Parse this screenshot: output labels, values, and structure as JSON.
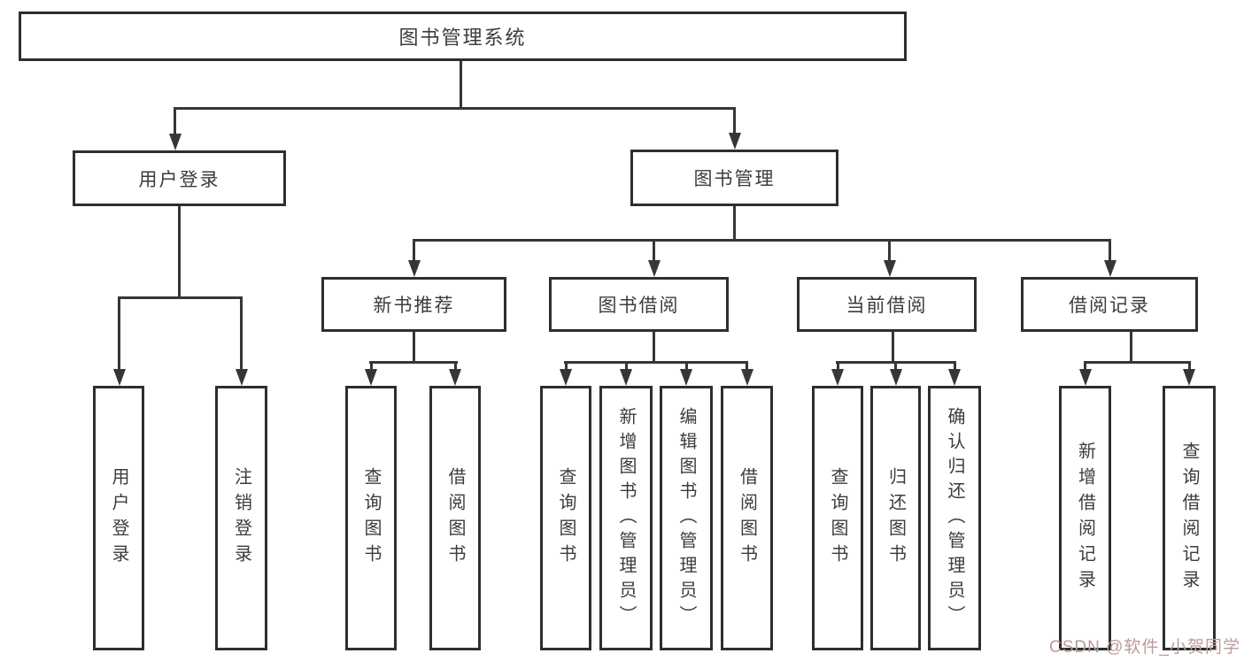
{
  "tree": {
    "root": {
      "label": "图书管理系统"
    },
    "branches": [
      {
        "label": "用户登录",
        "children": [
          {
            "label": "用户登录"
          },
          {
            "label": "注销登录"
          }
        ]
      },
      {
        "label": "图书管理",
        "children": [
          {
            "label": "新书推荐",
            "children": [
              {
                "label": "查询图书"
              },
              {
                "label": "借阅图书"
              }
            ]
          },
          {
            "label": "图书借阅",
            "children": [
              {
                "label": "查询图书"
              },
              {
                "label": "新增图书（管理员）"
              },
              {
                "label": "编辑图书（管理员）"
              },
              {
                "label": "借阅图书"
              }
            ]
          },
          {
            "label": "当前借阅",
            "children": [
              {
                "label": "查询图书"
              },
              {
                "label": "归还图书"
              },
              {
                "label": "确认归还（管理员）"
              }
            ]
          },
          {
            "label": "借阅记录",
            "children": [
              {
                "label": "新增借阅记录"
              },
              {
                "label": "查询借阅记录"
              }
            ]
          }
        ]
      }
    ]
  },
  "watermark": {
    "text": "CSDN @软件_小贺同学"
  },
  "colors": {
    "line": "#363636",
    "border": "#2e2e2e",
    "text": "#3c3c3c",
    "watermark": "#bb9b9b",
    "background": "#ffffff"
  }
}
